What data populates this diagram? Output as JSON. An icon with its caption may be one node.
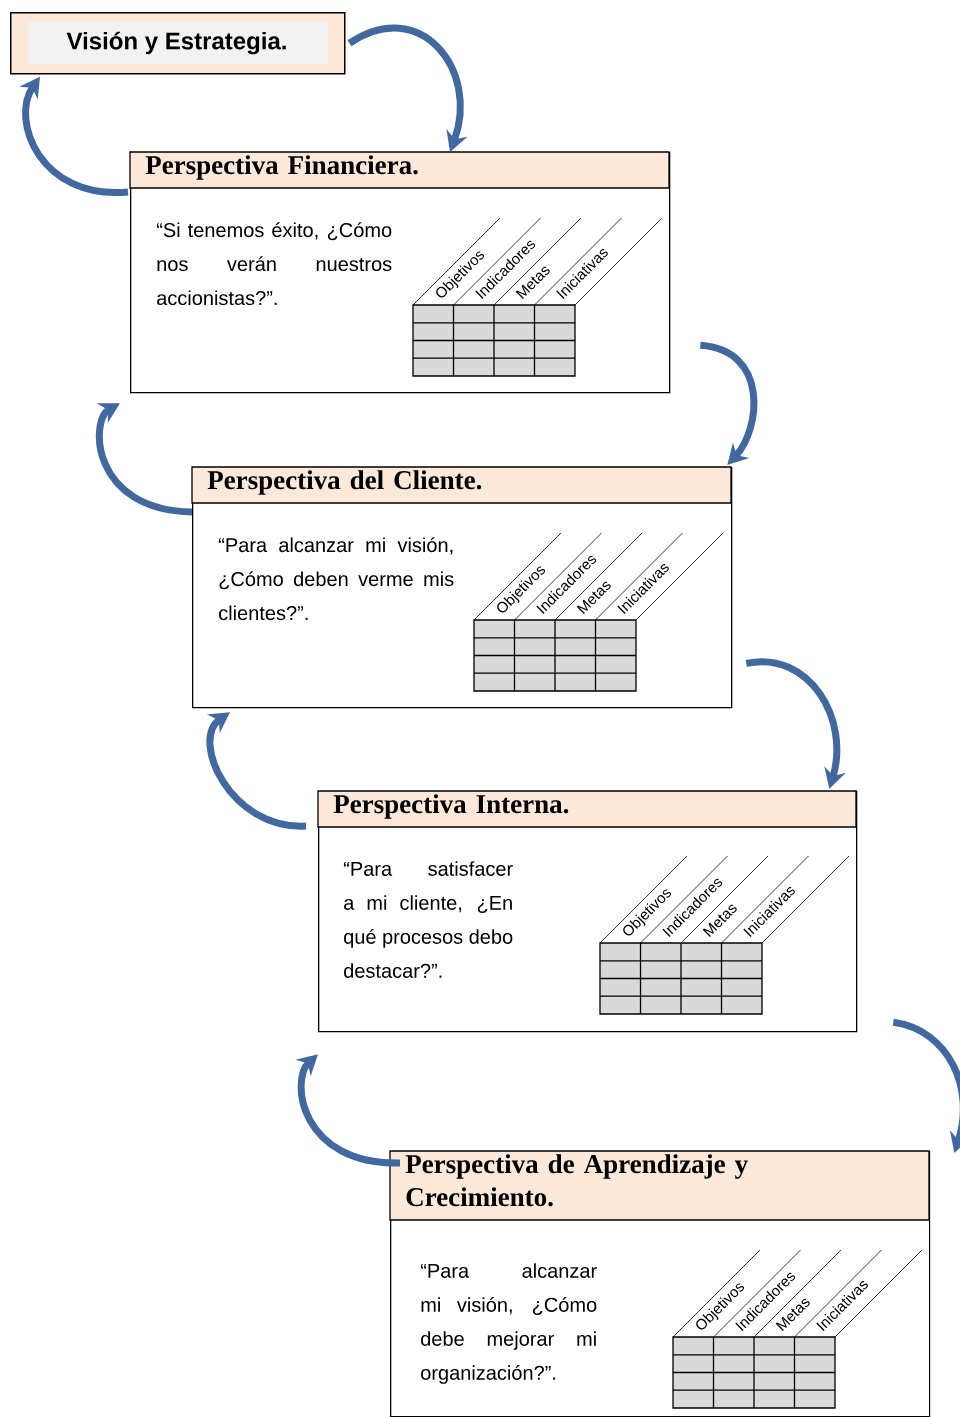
{
  "diagram": {
    "nodes": [
      {
        "text": [
          "Visión y Estrategia."
        ]
      },
      {
        "text": [
          "Perspectiva Financiera.",
          "“Si tenemos éxito, ¿Cómo nos verán nuestros accionistas?”."
        ]
      },
      {
        "text": [
          "Perspectiva del Cliente.",
          "“Para alcanzar mi visión, ¿Cómo deben verme mis clientes?”."
        ]
      },
      {
        "text": [
          "Perspectiva Interna.",
          "“Para satisfacer a mi cliente, ¿En qué procesos debo destacar?”."
        ]
      },
      {
        "text": [
          "Perspectiva de Aprendizaje y Crecimiento.",
          "“Para alcanzar mi visión, ¿Cómo debe mejorar mi organización?”."
        ]
      }
    ],
    "edges": [
      {
        "from": 0,
        "to": 1,
        "arrow": "to"
      },
      {
        "from": 1,
        "to": 0,
        "arrow": "to"
      },
      {
        "from": 1,
        "to": 2,
        "arrow": "to"
      },
      {
        "from": 2,
        "to": 1,
        "arrow": "to"
      },
      {
        "from": 2,
        "to": 3,
        "arrow": "to"
      },
      {
        "from": 3,
        "to": 2,
        "arrow": "to"
      },
      {
        "from": 3,
        "to": 4,
        "arrow": "to"
      },
      {
        "from": 4,
        "to": 3,
        "arrow": "to"
      }
    ],
    "labels": [
      "Objetivos",
      "Indicadores",
      "Metas",
      "Iniciativas",
      "Objetivos",
      "Indicadores",
      "Metas",
      "Iniciativas",
      "Objetivos",
      "Indicadores",
      "Metas",
      "Iniciativas",
      "Objetivos",
      "Indicadores",
      "Metas",
      "Iniciativas"
    ]
  }
}
